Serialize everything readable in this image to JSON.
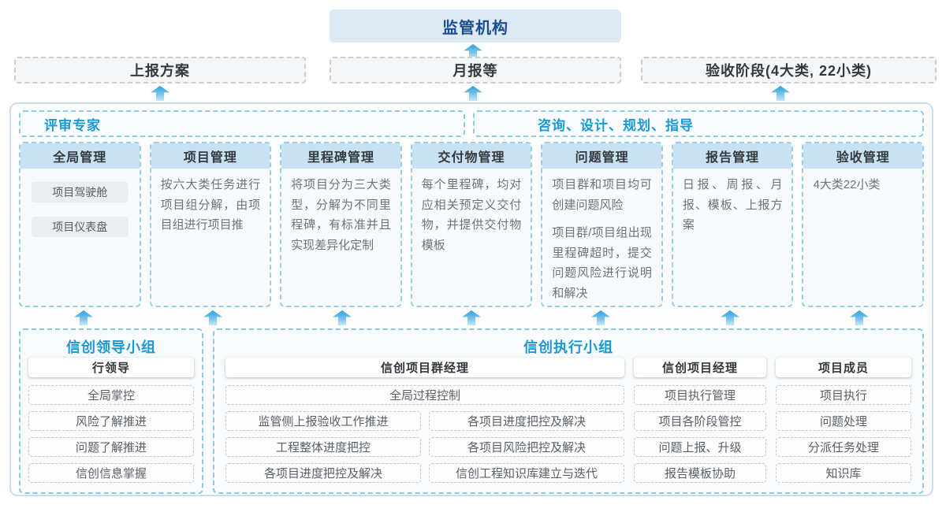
{
  "top": {
    "title": "监管机构"
  },
  "flow": [
    {
      "label": "上报方案"
    },
    {
      "label": "月报等"
    },
    {
      "label": "验收阶段(4大类, 22小类)"
    }
  ],
  "main": {
    "expert_label": "评审专家",
    "advisor_label": "咨询、设计、规划、指导",
    "columns": [
      {
        "title": "全局管理",
        "items": [
          "项目驾驶舱",
          "项目仪表盘"
        ]
      },
      {
        "title": "项目管理",
        "paragraphs": [
          "按六大类任务进行项目组分解，由项目组进行项目推"
        ]
      },
      {
        "title": "里程碑管理",
        "paragraphs": [
          "将项目分为三大类型，分解为不同里程碑，有标准并且实现差异化定制"
        ]
      },
      {
        "title": "交付物管理",
        "paragraphs": [
          "每个里程碑，均对应相关预定义交付物，并提供交付物模板"
        ]
      },
      {
        "title": "问题管理",
        "paragraphs": [
          "项目群和项目均可创建问题风险",
          "项目群/项目组出现里程碑超时，提交问题风险进行说明和解决"
        ]
      },
      {
        "title": "报告管理",
        "paragraphs": [
          "日报、周报、月报、模板、上报方案"
        ]
      },
      {
        "title": "验收管理",
        "paragraphs": [
          "4大类22小类"
        ]
      }
    ]
  },
  "leadership": {
    "title": "信创领导小组",
    "role": "行领导",
    "items": [
      "全局掌控",
      "风险了解推进",
      "问题了解推进",
      "信创信息掌握"
    ]
  },
  "exec": {
    "title": "信创执行小组",
    "pgm": {
      "role": "信创项目群经理",
      "wide_item": "全局过程控制",
      "rows": [
        [
          "监管侧上报验收工作推进",
          "各项目进度把控及解决"
        ],
        [
          "工程整体进度把控",
          "各项目风险把控及解决"
        ],
        [
          "各项目进度把控及解决",
          "信创工程知识库建立与迭代"
        ]
      ]
    },
    "pm": {
      "role": "信创项目经理",
      "items": [
        "项目执行管理",
        "项目各阶段管控",
        "问题上报、升级",
        "报告模板协助"
      ]
    },
    "member": {
      "role": "项目成员",
      "items": [
        "项目执行",
        "问题处理",
        "分派任务处理",
        "知识库"
      ]
    }
  },
  "colors": {
    "accent_blue": "#199ad6",
    "dark_blue": "#1b4e91",
    "top_node_fill": "#dde9f4",
    "column_header_fill": "#c9e2f1",
    "dashed_blue_border": "#8ccbea",
    "arrow_gradient_top": "#2e9fdc",
    "arrow_gradient_bottom": "#c2e6f7"
  }
}
